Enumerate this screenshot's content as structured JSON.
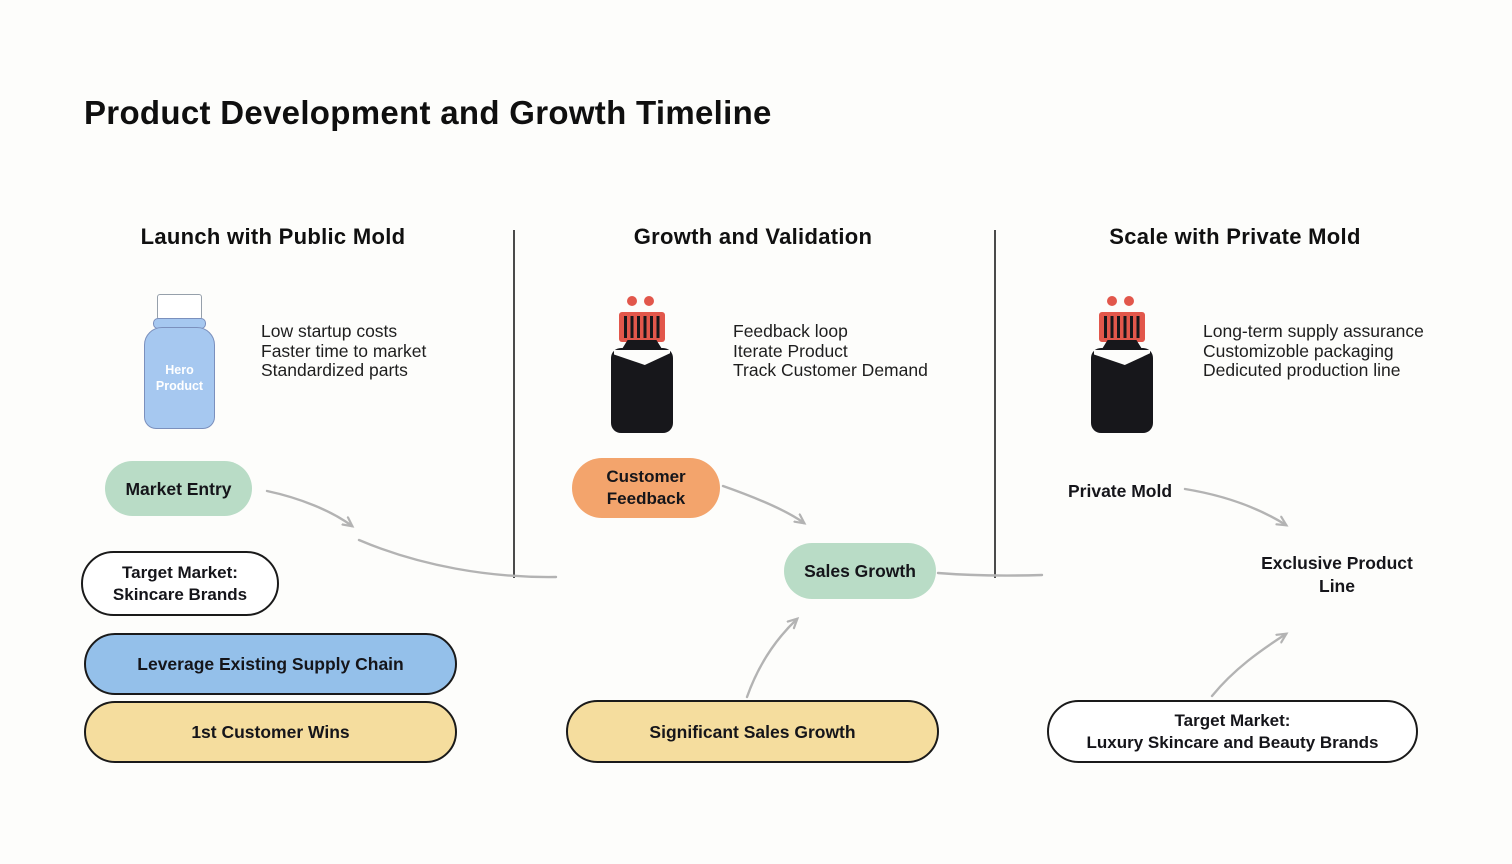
{
  "title": "Product Development and Growth Timeline",
  "colors": {
    "background": "#fdfdfb",
    "ink": "#131313",
    "divider": "#4a4a4a",
    "arrow": "#b3b3b3",
    "green_pill": "#b9dcc6",
    "orange_pill": "#f3a46c",
    "yellow_pill": "#f5dd9e",
    "blue_pill": "#94c0ea",
    "pill_border": "#1a1a1a",
    "bottle_blue": "#a6c8f0",
    "bottle_blue_outline": "#7b90bd",
    "bottle_ink": "#17171b",
    "accent_red": "#e2574b"
  },
  "columns": [
    {
      "header": "Launch with Public Mold",
      "bottle_label_line1": "Hero",
      "bottle_label_line2": "Product",
      "bullets": [
        "Low startup costs",
        "Faster time to market",
        "Standardized parts"
      ],
      "nodes": {
        "market_entry": "Market Entry",
        "target_market_line1": "Target Market:",
        "target_market_line2": "Skincare Brands",
        "leverage": "Leverage Existing Supply Chain",
        "first_customer": "1st Customer Wins"
      }
    },
    {
      "header": "Growth and Validation",
      "bullets": [
        "Feedback loop",
        "Iterate Product",
        "Track Customer Demand"
      ],
      "nodes": {
        "customer_feedback_line1": "Customer",
        "customer_feedback_line2": "Feedback",
        "sales_growth": "Sales Growth",
        "significant_sales_growth": "Significant Sales Growth"
      }
    },
    {
      "header": "Scale with Private Mold",
      "bullets": [
        "Long-term supply assurance",
        "Customizoble packaging",
        "Dedicuted production line"
      ],
      "nodes": {
        "private_mold": "Private Mold",
        "exclusive_line1": "Exclusive Product",
        "exclusive_line2": "Line",
        "target_market_line1": "Target Market:",
        "target_market_line2": "Luxury Skincare and Beauty Brands"
      }
    }
  ]
}
